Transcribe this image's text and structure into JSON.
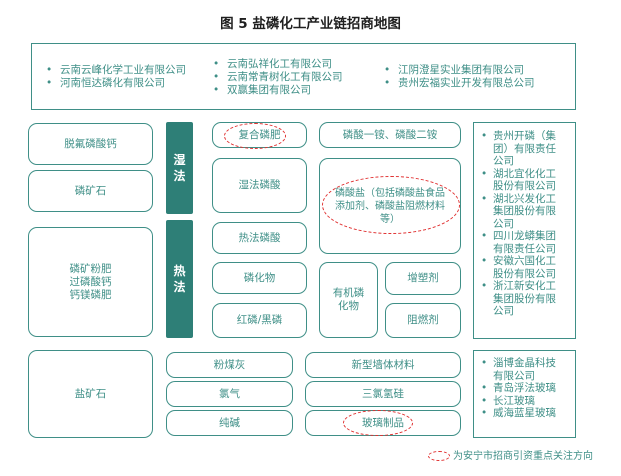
{
  "title": "图  5 盐磷化工产业链招商地图",
  "top_companies": {
    "col1": [
      "云南云峰化学工业有限公司",
      "河南恒达磷化有限公司"
    ],
    "col2": [
      "云南弘祥化工有限公司",
      "云南常青树化工有限公司",
      "双赢集团有限公司"
    ],
    "col3": [
      "江阴澄星实业集团有限公司",
      "贵州宏福实业开发有限总公司"
    ]
  },
  "left_boxes": [
    "脱氟磷酸钙",
    "磷矿石",
    "磷矿粉肥\n过磷酸钙\n钙镁磷肥",
    "盐矿石"
  ],
  "process_labels": {
    "wet": "湿\n法",
    "thermal": "热\n法"
  },
  "middle_col": [
    "复合磷肥",
    "湿法磷酸",
    "热法磷酸",
    "磷化物",
    "红磷/黑磷"
  ],
  "right_mid": {
    "mono_di": "磷酸一铵、磷酸二铵",
    "phosphate_salt": "磷酸盐（包括磷酸盐食品\n添加剂、磷酸盐阻燃材料\n等）",
    "organic": "有机磷\n化物",
    "plasticizer": "增塑剂",
    "flame": "阻燃剂"
  },
  "salt_products": {
    "left": [
      "粉煤灰",
      "氯气",
      "纯碱"
    ],
    "right": [
      "新型墙体材料",
      "三氯氢硅",
      "玻璃制品"
    ]
  },
  "right_companies_1": [
    "贵州开磷（集\n团）有限责任\n公司",
    "湖北宜化化工\n股份有限公司",
    "湖北兴发化工\n集团股份有限\n公司",
    "四川龙蟒集团\n有限责任公司",
    "安徽六国化工\n股份有限公司",
    "浙江新安化工\n集团股份有限\n公司"
  ],
  "right_companies_2": [
    "淄博金晶科技\n有限公司",
    "青岛浮法玻璃",
    "长江玻璃",
    "威海蓝星玻璃"
  ],
  "footnote": "为安宁市招商引资重点关注方向",
  "colors": {
    "teal": "#3f8f87",
    "dark_teal": "#2e7f77",
    "highlight": "#e03030"
  }
}
